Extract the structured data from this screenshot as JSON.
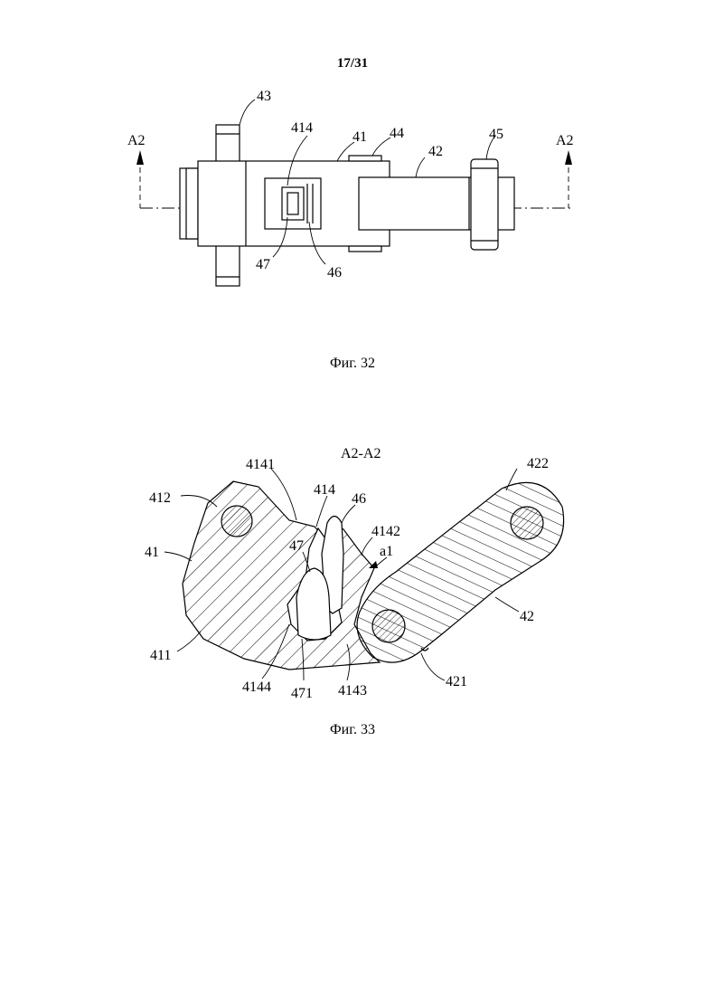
{
  "page_number": "17/31",
  "figure32": {
    "caption": "Фиг. 32",
    "section_mark_left": "A2",
    "section_mark_right": "A2",
    "labels": {
      "l43": "43",
      "l414": "414",
      "l41": "41",
      "l44": "44",
      "l42": "42",
      "l45": "45",
      "l47": "47",
      "l46": "46"
    }
  },
  "figure33": {
    "caption": "Фиг. 33",
    "section_title": "A2-A2",
    "labels": {
      "l4141": "4141",
      "l414": "414",
      "l46": "46",
      "l412": "412",
      "l422": "422",
      "l4142": "4142",
      "l41": "41",
      "l47": "47",
      "la1": "a1",
      "l42": "42",
      "l411": "411",
      "l421": "421",
      "l4144": "4144",
      "l471": "471",
      "l4143": "4143"
    }
  }
}
